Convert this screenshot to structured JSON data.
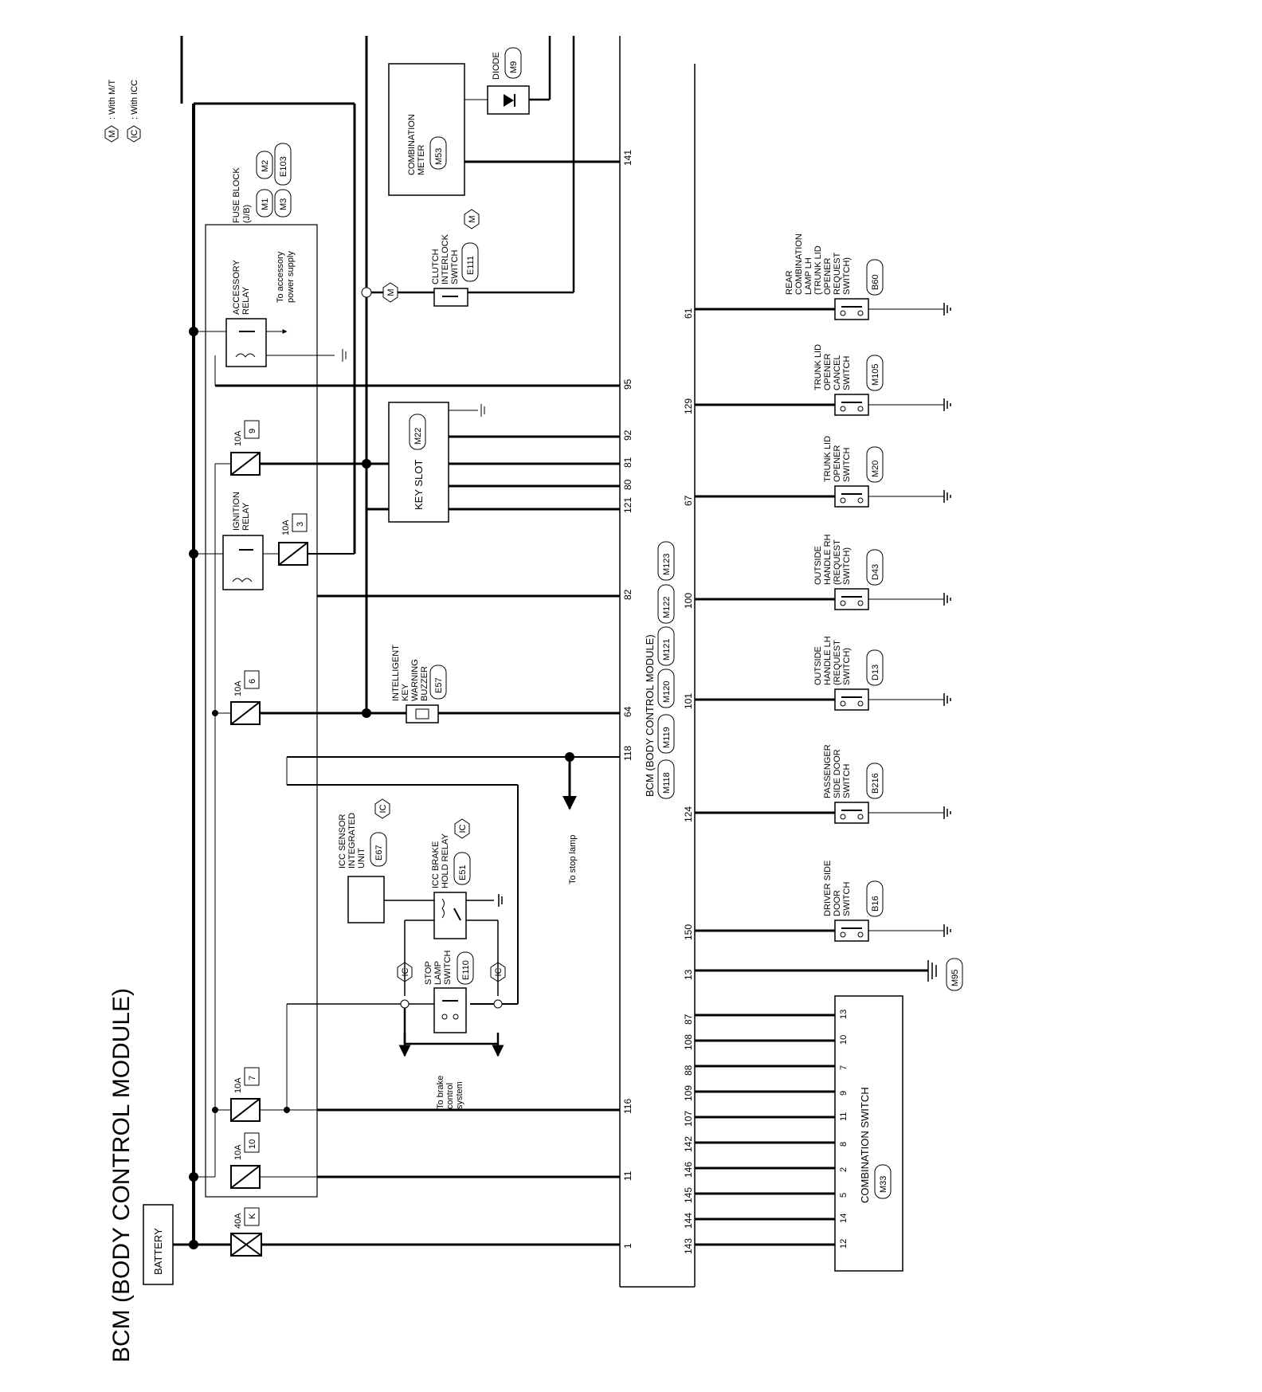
{
  "title": "BCM (BODY CONTROL MODULE)",
  "legend": [
    {
      "code": "M",
      "text": ": With M/T"
    },
    {
      "code": "IC",
      "text": ": With ICC"
    }
  ],
  "battery": "BATTERY",
  "fuses": {
    "main": {
      "amp": "40A",
      "no": "K"
    },
    "f10": {
      "amp": "10A",
      "no": "10"
    },
    "f7": {
      "amp": "10A",
      "no": "7"
    },
    "f6": {
      "amp": "10A",
      "no": "6"
    },
    "f3": {
      "amp": "10A",
      "no": "3"
    },
    "f9": {
      "amp": "10A",
      "no": "9"
    }
  },
  "fuse_block": {
    "label": [
      "FUSE BLOCK",
      "(J/B)"
    ],
    "connectors": [
      "M1",
      "M2",
      "M3",
      "E103"
    ]
  },
  "relays": {
    "ignition": [
      "IGNITION",
      "RELAY"
    ],
    "accessory": [
      "ACCESSORY",
      "RELAY"
    ],
    "accessory_note": [
      "To accessory",
      "power supply"
    ]
  },
  "components": {
    "icc_sensor": {
      "label": [
        "ICC SENSOR",
        "INTEGRATED",
        "UNIT"
      ],
      "conn": "E67",
      "opt": "IC"
    },
    "icc_brake": {
      "label": [
        "ICC BRAKE",
        "HOLD RELAY"
      ],
      "conn": "E51",
      "opt": "IC"
    },
    "stop_lamp": {
      "label": [
        "STOP",
        "LAMP",
        "SWITCH"
      ],
      "conn": "E110"
    },
    "brake_note": [
      "To brake",
      "control",
      "system"
    ],
    "stop_lamp_note": "To stop lamp",
    "buzzer": {
      "label": [
        "INTELLIGENT",
        "KEY",
        "WARNING",
        "BUZZER"
      ],
      "conn": "E57"
    },
    "key_slot": {
      "label": "KEY SLOT",
      "conn": "M22"
    },
    "clutch": {
      "label": [
        "CLUTCH",
        "INTERLOCK",
        "SWITCH"
      ],
      "conn": "E111",
      "opt": "M"
    },
    "meter": {
      "label": [
        "COMBINATION",
        "METER"
      ],
      "conn": "M53"
    },
    "diode": {
      "label": "DIODE",
      "conn": "M9"
    }
  },
  "bcm": {
    "label": "BCM (BODY CONTROL MODULE)",
    "connectors": [
      "M118",
      "M119",
      "M120",
      "M121",
      "M122",
      "M123"
    ],
    "left_pins": [
      "1",
      "11",
      "116",
      "118",
      "64",
      "82",
      "121",
      "80",
      "81",
      "92",
      "95",
      "141"
    ],
    "right_pins": [
      "143",
      "144",
      "145",
      "146",
      "142",
      "107",
      "109",
      "88",
      "108",
      "87",
      "13",
      "150",
      "124",
      "101",
      "100",
      "67",
      "129",
      "61"
    ]
  },
  "switches": [
    {
      "label": [
        "DRIVER SIDE",
        "DOOR",
        "SWITCH"
      ],
      "conn": "B16"
    },
    {
      "label": [
        "PASSENGER",
        "SIDE DOOR",
        "SWITCH"
      ],
      "conn": "B216"
    },
    {
      "label": [
        "OUTSIDE",
        "HANDLE LH",
        "(REQUEST",
        "SWITCH)"
      ],
      "conn": "D13"
    },
    {
      "label": [
        "OUTSIDE",
        "HANDLE RH",
        "(REQUEST",
        "SWITCH)"
      ],
      "conn": "D43"
    },
    {
      "label": [
        "TRUNK LID",
        "OPENER",
        "SWITCH"
      ],
      "conn": "M20"
    },
    {
      "label": [
        "TRUNK LID",
        "OPENER",
        "CANCEL",
        "SWITCH"
      ],
      "conn": "M105"
    },
    {
      "label": [
        "REAR",
        "COMBINATION",
        "LAMP LH",
        "(TRUNK LID",
        "OPENER",
        "REQUEST",
        "SWITCH)"
      ],
      "conn": "B60"
    }
  ],
  "ground_conn": "M95",
  "combination_switch": {
    "label": "COMBINATION SWITCH",
    "conn": "M33",
    "pins": [
      "12",
      "14",
      "5",
      "2",
      "8",
      "11",
      "9",
      "7",
      "10",
      "13"
    ]
  }
}
